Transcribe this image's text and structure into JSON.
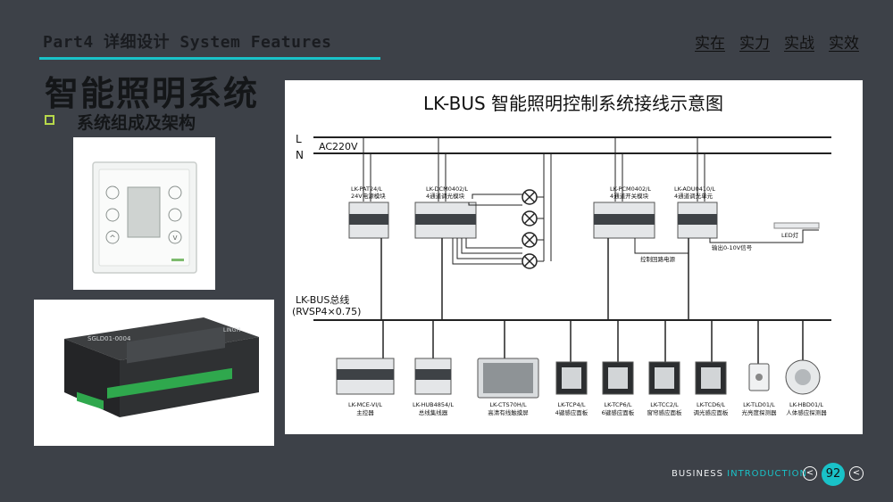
{
  "header": {
    "part_title": "Part4  详细设计  System Features",
    "nav": [
      "实在",
      "实力",
      "实战",
      "实效"
    ]
  },
  "main": {
    "title": "智能照明系统",
    "subtitle": "系统组成及架构"
  },
  "diagram": {
    "title": "LK-BUS 智能照明控制系统接线示意图",
    "line_L": "L",
    "line_N": "N",
    "ac_label": "AC220V",
    "bus_label_1": "LK-BUS总线",
    "bus_label_2": "(RVSP4×0.75)",
    "top_modules": [
      {
        "model": "LK-PAT24/L",
        "desc": "24V电源模块"
      },
      {
        "model": "LK-DCM0402/L",
        "desc": "4通道调光模块"
      },
      {
        "model": "LK-PCM0402/L",
        "desc": "4通道开关模块"
      },
      {
        "model": "LK-ADU0410/L",
        "desc": "4通道调光单元"
      }
    ],
    "control_circuit": "控制回路电源",
    "output_signal": "输出0-10V信号",
    "led_label": "LED灯",
    "bottom_devices": [
      {
        "model": "LK-MCE-VI/L",
        "desc": "主控器"
      },
      {
        "model": "LK-HUB4854/L",
        "desc": "总线集线器"
      },
      {
        "model": "LK-CTS70H/L",
        "desc": "高清有线触摸屏"
      },
      {
        "model": "LK-TCP4/L",
        "desc": "4键感应面板"
      },
      {
        "model": "LK-TCP6/L",
        "desc": "6键感应面板"
      },
      {
        "model": "LK-TCC2/L",
        "desc": "窗帘感应面板"
      },
      {
        "model": "LK-TCD6/L",
        "desc": "调光感应面板"
      },
      {
        "model": "LK-TLD01/L",
        "desc": "光亮度探测器"
      },
      {
        "model": "LK-HBD01/L",
        "desc": "人体感应探测器"
      }
    ]
  },
  "controller_labels": {
    "model": "SGLD01-0004",
    "brand": "LINGYI"
  },
  "footer": {
    "business": "BUSINESS",
    "introduction": "INTRODUCTION",
    "prev_icon": "chevron-left-icon",
    "next_icon": "chevron-left-icon",
    "page": "92"
  },
  "colors": {
    "accent": "#19c2c8",
    "background": "#3d4148",
    "bullet": "#b7d84a"
  }
}
